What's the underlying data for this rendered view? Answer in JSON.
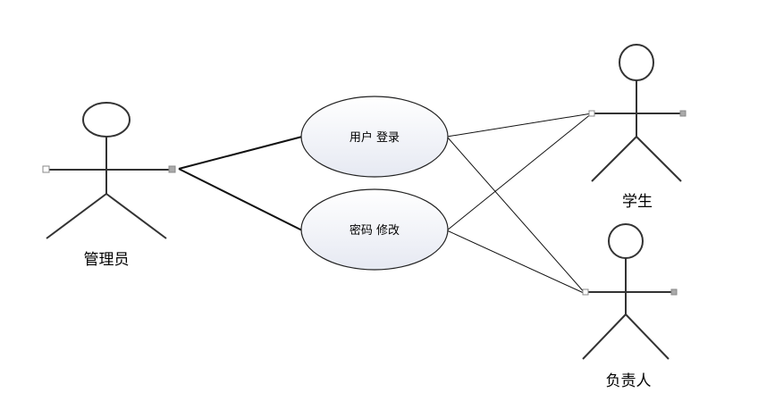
{
  "diagram": {
    "type": "use-case",
    "actors": [
      {
        "id": "admin",
        "label": "管理员"
      },
      {
        "id": "student",
        "label": "学生"
      },
      {
        "id": "manager",
        "label": "负责人"
      }
    ],
    "use_cases": [
      {
        "id": "login",
        "label": "用户 登录"
      },
      {
        "id": "change_password",
        "label": "密码 修改"
      }
    ],
    "associations": [
      {
        "from": "admin",
        "to": "login"
      },
      {
        "from": "admin",
        "to": "change_password"
      },
      {
        "from": "login",
        "to": "student"
      },
      {
        "from": "login",
        "to": "manager"
      },
      {
        "from": "change_password",
        "to": "student"
      },
      {
        "from": "change_password",
        "to": "manager"
      }
    ],
    "colors": {
      "stroke": "#333333",
      "usecase_fill_top": "#ffffff",
      "usecase_fill_bottom": "#e9ebf3",
      "handle": "#999999"
    }
  }
}
